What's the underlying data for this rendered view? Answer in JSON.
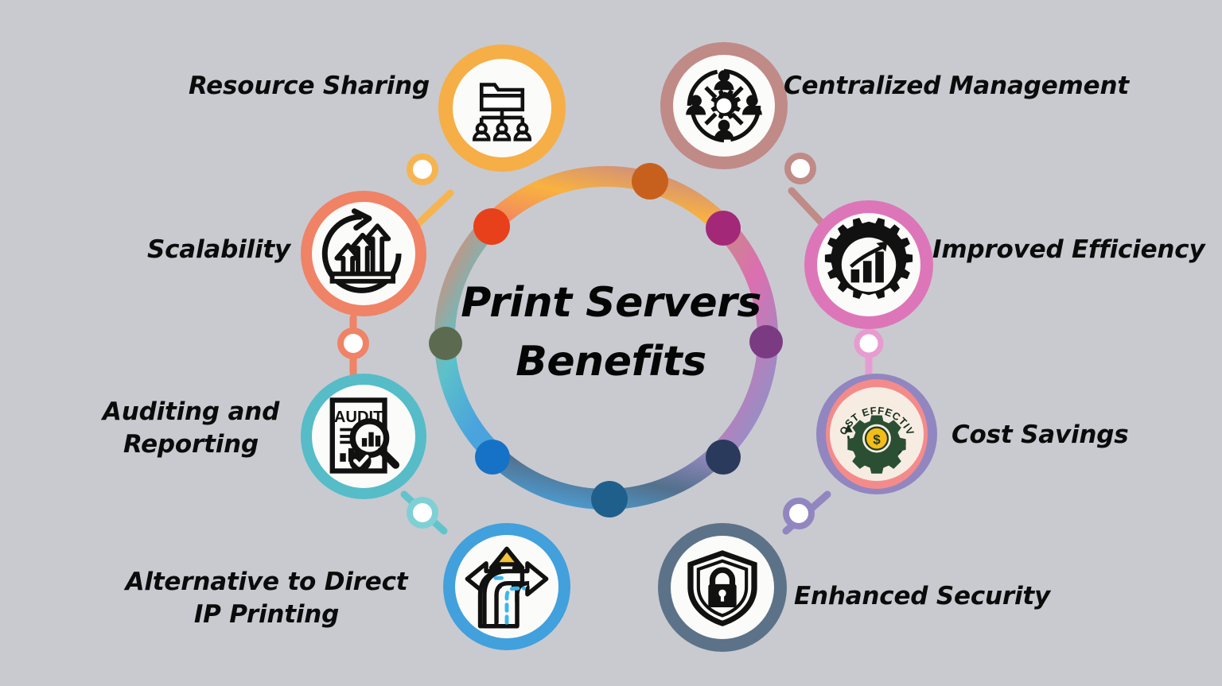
{
  "background_color": "#c8cad0",
  "center": {
    "title_line1": "Print Servers",
    "title_line2": "Benefits"
  },
  "ring": {
    "gradient_stops": [
      "#f9b23f",
      "#c98a86",
      "#db6fb0",
      "#9b8cc4",
      "#53708c",
      "#4aa3dd",
      "#5cc2c9",
      "#f08266",
      "#f9b23f"
    ],
    "marker_dots": [
      "#c8601d",
      "#a32878",
      "#7b3b82",
      "#2a3a5c",
      "#1f5f8b",
      "#1572c6",
      "#5c6a50",
      "#e8401b"
    ]
  },
  "nodes": [
    {
      "id": "resource-sharing",
      "label": "Resource Sharing",
      "icon": "folder-network-icon",
      "ring_color": "#f6ae46",
      "connector_color": "#f6b451",
      "label_side": "left"
    },
    {
      "id": "centralized-management",
      "label": "Centralized Management",
      "icon": "gear-people-network-icon",
      "ring_color": "#c08a87",
      "connector_color": "#c08a87",
      "label_side": "right"
    },
    {
      "id": "improved-efficiency",
      "label": "Improved Efficiency",
      "icon": "gear-growth-chart-icon",
      "ring_color": "#dd76b8",
      "connector_color": "#e79cd0",
      "label_side": "right"
    },
    {
      "id": "cost-savings",
      "label": "Cost Savings",
      "icon": "cost-effective-gear-coin-icon",
      "ring_color": "#9286c0",
      "connector_color": "#9286c0",
      "label_side": "right",
      "badge_text": "COST EFFECTIVE",
      "coin_symbol": "$"
    },
    {
      "id": "enhanced-security",
      "label": "Enhanced Security",
      "icon": "shield-lock-icon",
      "ring_color": "#5c7288",
      "connector_color": "#9286c0",
      "label_side": "right"
    },
    {
      "id": "alternative-direct-ip-printing",
      "label": "Alternative to Direct\nIP Printing",
      "icon": "three-way-road-arrows-icon",
      "ring_color": "#42a0dc",
      "connector_color": "#63c3cb",
      "label_side": "left"
    },
    {
      "id": "auditing-and-reporting",
      "label": "Auditing and\nReporting",
      "icon": "audit-document-magnifier-icon",
      "ring_color": "#56bcc8",
      "connector_color": "#f08266",
      "label_side": "left",
      "document_title": "AUDIT"
    },
    {
      "id": "scalability",
      "label": "Scalability",
      "icon": "growth-arrows-cycle-icon",
      "ring_color": "#f08266",
      "connector_color": "#f6b451",
      "label_side": "left"
    }
  ]
}
